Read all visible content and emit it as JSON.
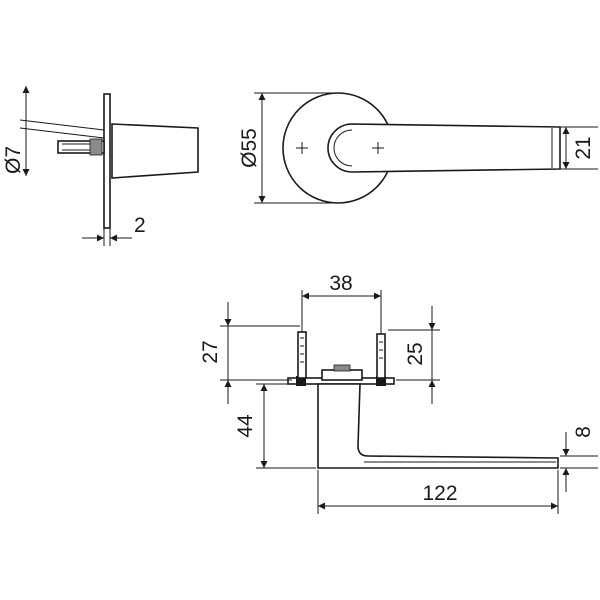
{
  "dimensions": {
    "spindle_diameter": "Ø7",
    "rose_thickness": "2",
    "rose_diameter": "Ø55",
    "lever_width": "21",
    "fixing_spacing": "38",
    "left_pin_height": "27",
    "right_pin_height": "25",
    "lever_projection": "44",
    "lever_thickness": "8",
    "lever_length": "122"
  }
}
